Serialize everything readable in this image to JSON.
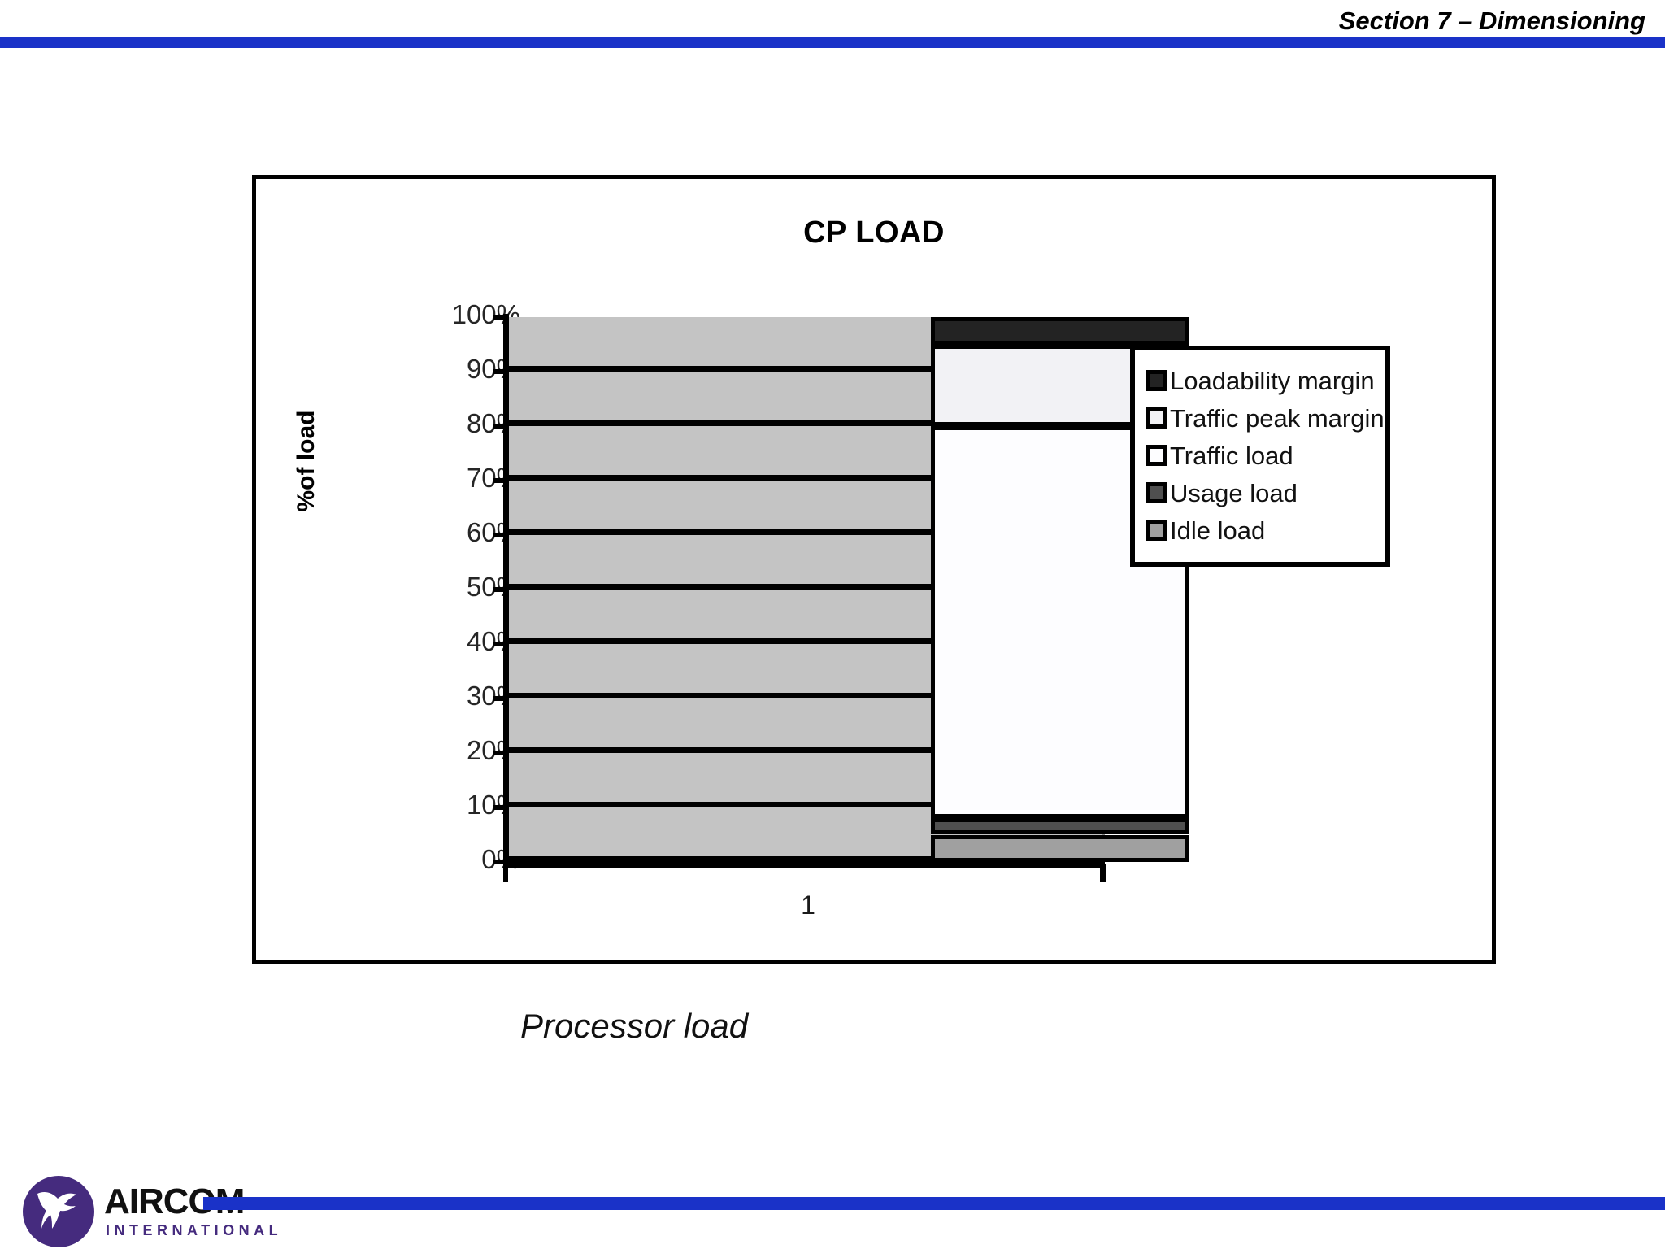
{
  "header": {
    "title": "Section 7 – Dimensioning",
    "rule_color": "#1a32c8"
  },
  "chart_data": {
    "type": "bar",
    "subtype": "stacked-column",
    "title": "CP LOAD",
    "xlabel": "",
    "ylabel": "%of load",
    "categories": [
      "1"
    ],
    "ylim": [
      0,
      100
    ],
    "ytick_labels": [
      "100%",
      "90%",
      "80%",
      "70%",
      "60%",
      "50%",
      "40%",
      "30%",
      "20%",
      "10%",
      "0%"
    ],
    "ytick_values": [
      100,
      90,
      80,
      70,
      60,
      50,
      40,
      30,
      20,
      10,
      0
    ],
    "grid": true,
    "legend_position": "right",
    "plot_background_color": "#c4c4c4",
    "series": [
      {
        "name": "Loadability margin",
        "color": "#232323",
        "values": [
          5
        ],
        "start": 95,
        "end": 100
      },
      {
        "name": "Traffic peak margin",
        "color": "#f2f2f5",
        "values": [
          15
        ],
        "start": 80,
        "end": 95
      },
      {
        "name": "Traffic load",
        "color": "#fdfdff",
        "values": [
          72
        ],
        "start": 8,
        "end": 80
      },
      {
        "name": "Usage load",
        "color": "#4f4f4f",
        "values": [
          3
        ],
        "start": 5,
        "end": 8
      },
      {
        "name": "Idle load",
        "color": "#a0a0a0",
        "values": [
          5
        ],
        "start": 0,
        "end": 5
      }
    ]
  },
  "caption": "Processor load",
  "footer": {
    "brand": "AIRCOM",
    "brand_sub": "INTERNATIONAL",
    "brand_color": "#452b7e",
    "rule_color": "#1a32c8"
  }
}
